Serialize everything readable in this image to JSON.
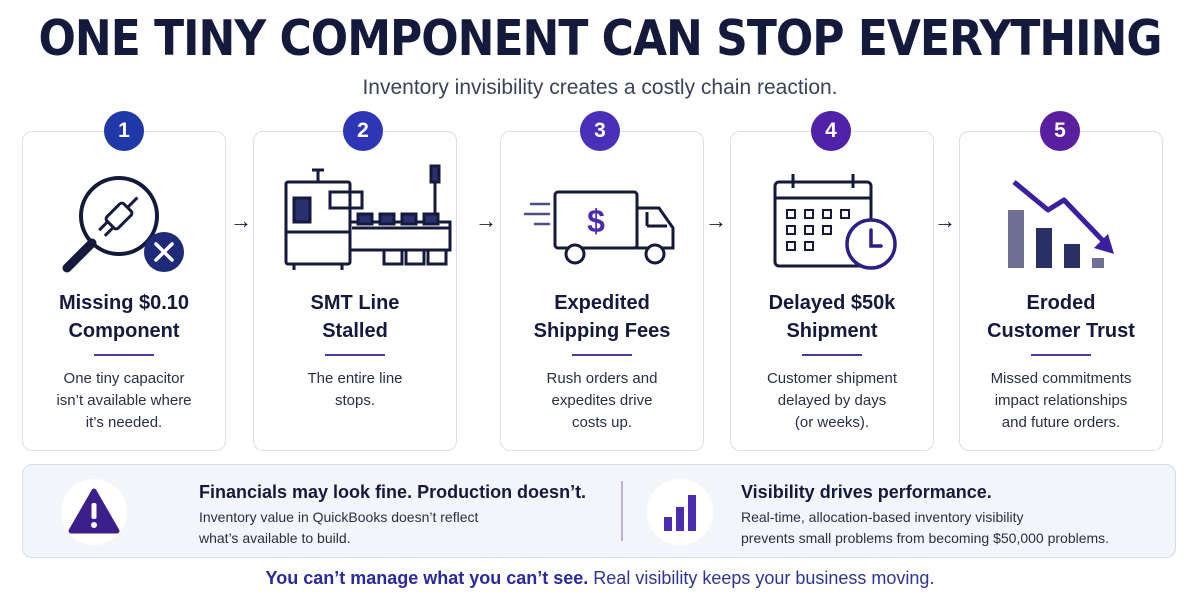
{
  "header": {
    "title": "ONE TINY COMPONENT CAN STOP EVERYTHING",
    "subtitle": "Inventory invisibility creates a costly chain reaction."
  },
  "colors": {
    "navy": "#141a3c",
    "purple": "#4b2bb0",
    "badge_gradient": [
      "#1f3aa8",
      "#2e36b5",
      "#4a2fb8",
      "#4f22a8",
      "#5a1f9e"
    ]
  },
  "steps": [
    {
      "number": "1",
      "icon": "magnifier-capacitor-x-icon",
      "title_lines": [
        "Missing $0.10",
        "Component"
      ],
      "desc_lines": [
        "One tiny capacitor",
        "isn’t available where",
        "it’s needed."
      ]
    },
    {
      "number": "2",
      "icon": "smt-line-machine-icon",
      "title_lines": [
        "SMT Line",
        "Stalled"
      ],
      "desc_lines": [
        "The entire line",
        "stops."
      ]
    },
    {
      "number": "3",
      "icon": "delivery-truck-dollar-icon",
      "title_lines": [
        "Expedited",
        "Shipping Fees"
      ],
      "desc_lines": [
        "Rush orders and",
        "expedites drive",
        "costs up."
      ]
    },
    {
      "number": "4",
      "icon": "calendar-clock-icon",
      "title_lines": [
        "Delayed $50k",
        "Shipment"
      ],
      "desc_lines": [
        "Customer shipment",
        "delayed by days",
        "(or weeks)."
      ]
    },
    {
      "number": "5",
      "icon": "declining-bar-chart-icon",
      "title_lines": [
        "Eroded",
        "Customer Trust"
      ],
      "desc_lines": [
        "Missed commitments",
        "impact relationships",
        "and future orders."
      ]
    }
  ],
  "arrow_glyph": "→",
  "panel": {
    "left": {
      "icon": "warning-triangle-icon",
      "heading": "Financials may look fine. Production doesn’t.",
      "lines": [
        "Inventory value in QuickBooks doesn’t reflect",
        "what’s available to build."
      ]
    },
    "right": {
      "icon": "rising-bar-chart-icon",
      "heading": "Visibility drives performance.",
      "lines": [
        "Real-time, allocation-based inventory visibility",
        "prevents small problems from becoming $50,000 problems."
      ]
    }
  },
  "footer": {
    "strong": "You can’t manage what you can’t see.",
    "rest": " Real visibility keeps your business moving."
  }
}
